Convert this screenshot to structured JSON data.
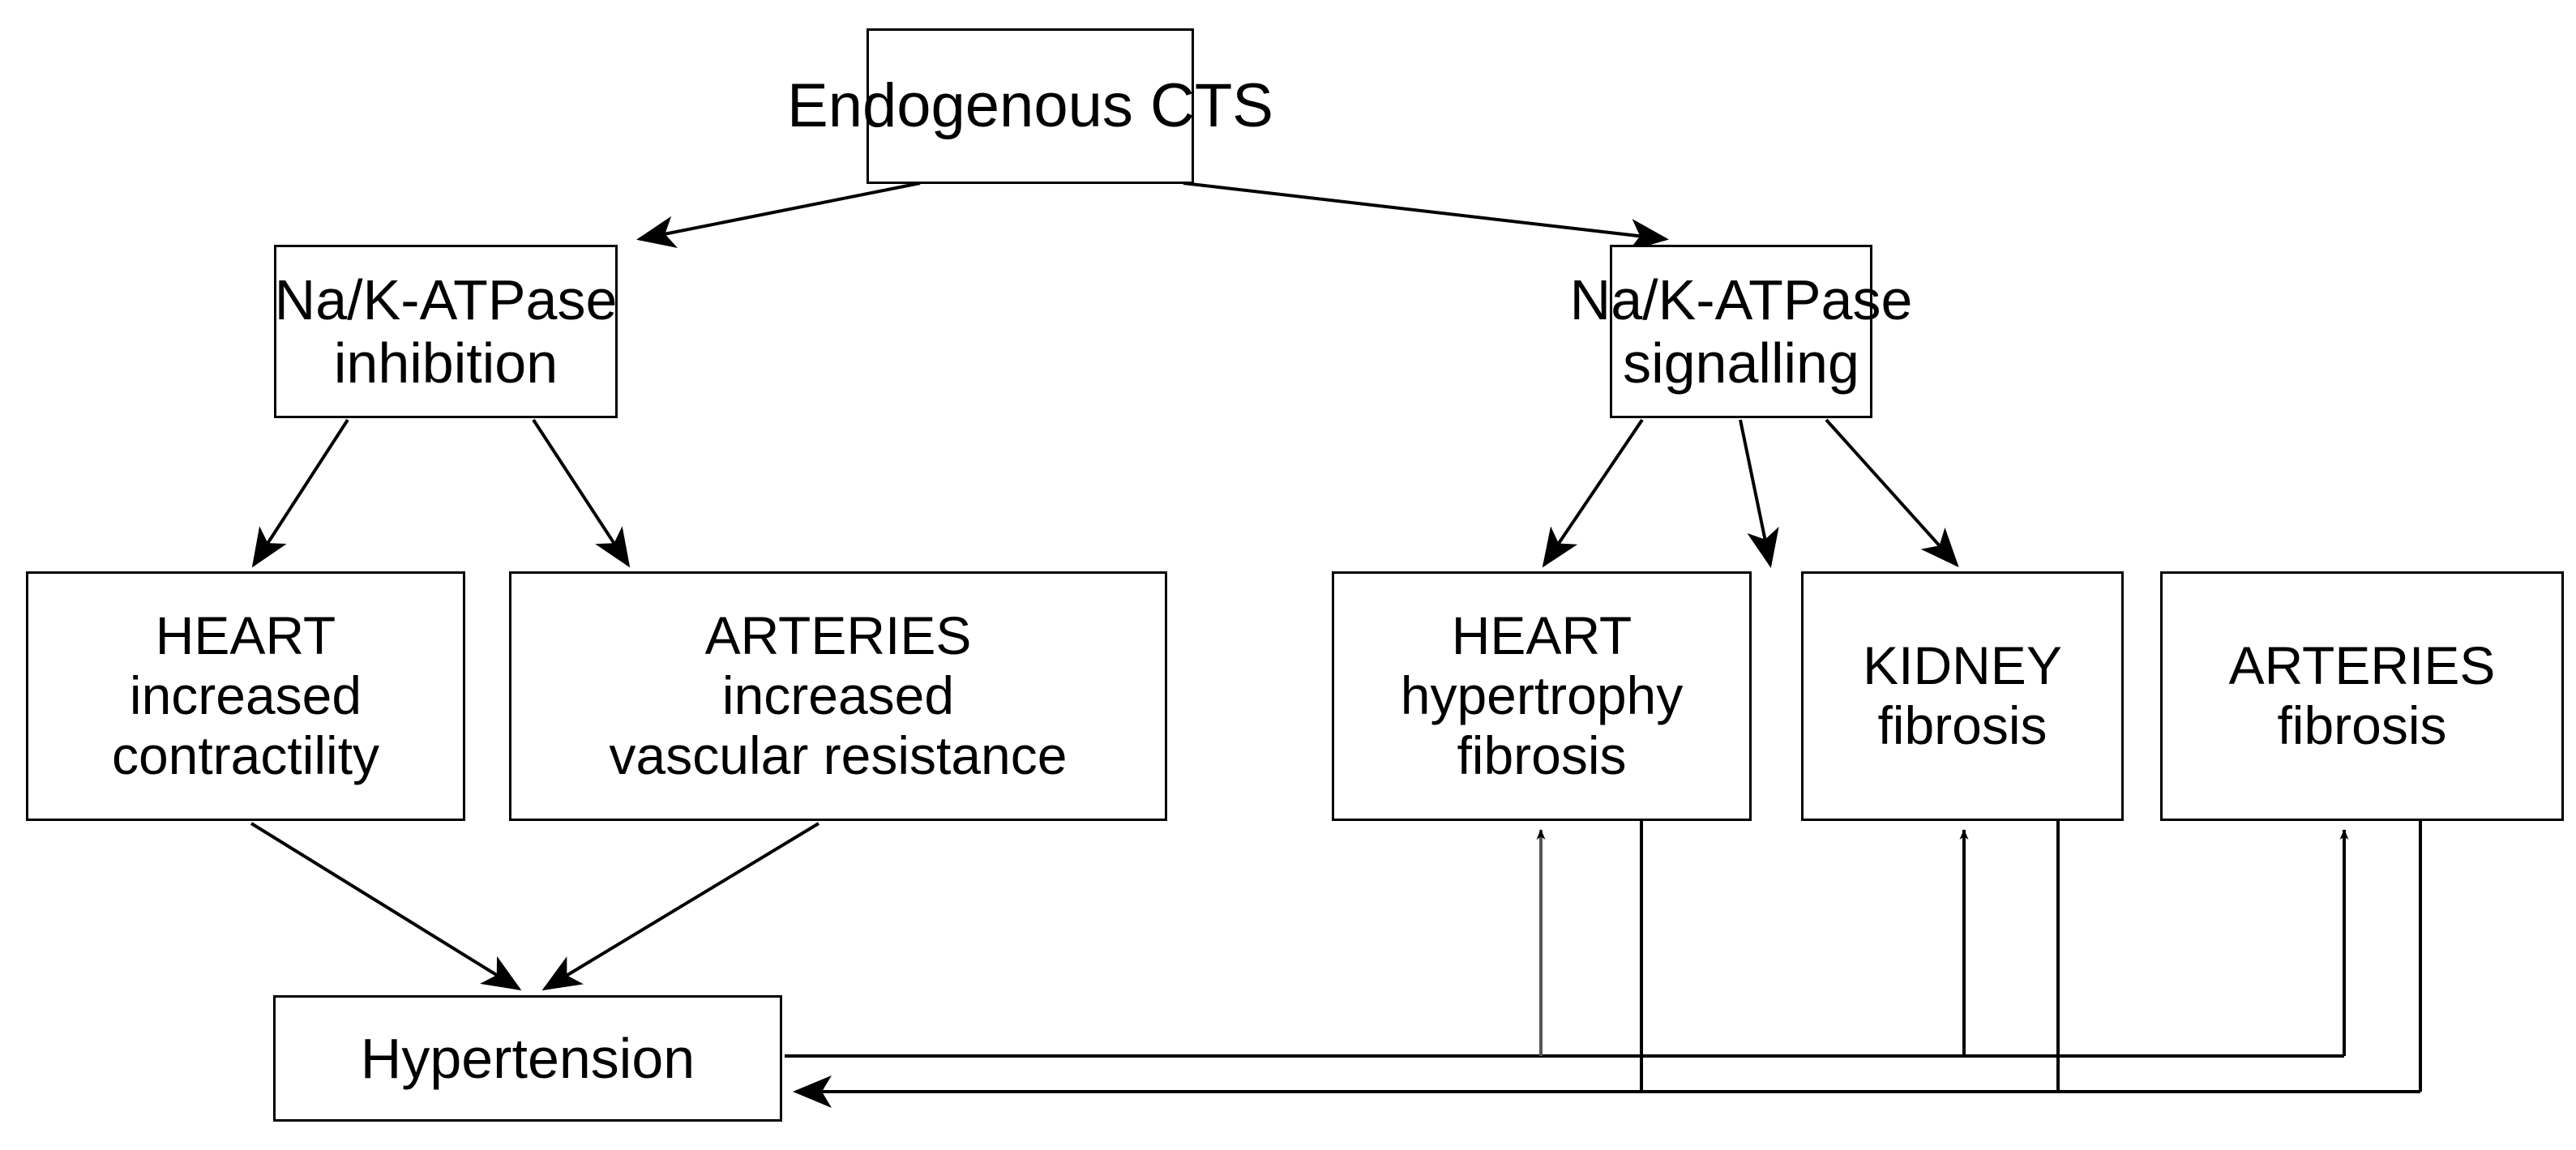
{
  "diagram": {
    "title": "Endogenous CTS pathway",
    "type": "flowchart",
    "colors": {
      "stroke": "#000000",
      "background": "#ffffff",
      "text": "#000000",
      "faint_stroke": "#666666"
    },
    "nodes": [
      {
        "id": "cts",
        "name": "endogenous-cts",
        "lines": [
          "Endogenous CTS"
        ],
        "line1": "Endogenous CTS"
      },
      {
        "id": "nak_inhibition",
        "name": "na-k-atpase-inhibition",
        "lines": [
          "Na/K-ATPase",
          "inhibition"
        ],
        "line1": "Na/K-ATPase",
        "line2": "inhibition"
      },
      {
        "id": "nak_signalling",
        "name": "na-k-atpase-signalling",
        "lines": [
          "Na/K-ATPase",
          "signalling"
        ],
        "line1": "Na/K-ATPase",
        "line2": "signalling"
      },
      {
        "id": "heart_contractility",
        "name": "heart-increased-contractility",
        "lines": [
          "HEART",
          "increased",
          "contractility"
        ],
        "line1": "HEART",
        "line2": "increased",
        "line3": "contractility"
      },
      {
        "id": "arteries_resistance",
        "name": "arteries-increased-vascular-resistance",
        "lines": [
          "ARTERIES",
          "increased",
          "vascular resistance"
        ],
        "line1": "ARTERIES",
        "line2": "increased",
        "line3": "vascular resistance"
      },
      {
        "id": "heart_fibrosis",
        "name": "heart-hypertrophy-fibrosis",
        "lines": [
          "HEART",
          "hypertrophy",
          "fibrosis"
        ],
        "line1": "HEART",
        "line2": "hypertrophy",
        "line3": "fibrosis"
      },
      {
        "id": "kidney_fibrosis",
        "name": "kidney-fibrosis",
        "lines": [
          "KIDNEY",
          "fibrosis"
        ],
        "line1": "KIDNEY",
        "line2": "fibrosis"
      },
      {
        "id": "arteries_fibrosis",
        "name": "arteries-fibrosis",
        "lines": [
          "ARTERIES",
          "fibrosis"
        ],
        "line1": "ARTERIES",
        "line2": "fibrosis"
      },
      {
        "id": "hypertension",
        "name": "hypertension",
        "lines": [
          "Hypertension"
        ],
        "line1": "Hypertension"
      }
    ],
    "edges": [
      {
        "from": "cts",
        "to": "nak_inhibition",
        "style": "arrow"
      },
      {
        "from": "cts",
        "to": "nak_signalling",
        "style": "arrow"
      },
      {
        "from": "nak_inhibition",
        "to": "heart_contractility",
        "style": "arrow"
      },
      {
        "from": "nak_inhibition",
        "to": "arteries_resistance",
        "style": "arrow"
      },
      {
        "from": "nak_signalling",
        "to": "heart_fibrosis",
        "style": "arrow"
      },
      {
        "from": "nak_signalling",
        "to": "kidney_fibrosis",
        "style": "arrow"
      },
      {
        "from": "nak_signalling",
        "to": "arteries_fibrosis",
        "style": "arrow"
      },
      {
        "from": "heart_contractility",
        "to": "hypertension",
        "style": "arrow"
      },
      {
        "from": "arteries_resistance",
        "to": "hypertension",
        "style": "arrow"
      },
      {
        "from": "hypertension",
        "to": "heart_fibrosis",
        "style": "orthogonal-arrow"
      },
      {
        "from": "hypertension",
        "to": "kidney_fibrosis",
        "style": "orthogonal-arrow"
      },
      {
        "from": "hypertension",
        "to": "arteries_fibrosis",
        "style": "orthogonal-arrow"
      },
      {
        "from": "heart_fibrosis",
        "to": "hypertension",
        "style": "orthogonal-arrow"
      },
      {
        "from": "kidney_fibrosis",
        "to": "hypertension",
        "style": "orthogonal-arrow"
      },
      {
        "from": "arteries_fibrosis",
        "to": "hypertension",
        "style": "orthogonal-arrow"
      }
    ]
  }
}
